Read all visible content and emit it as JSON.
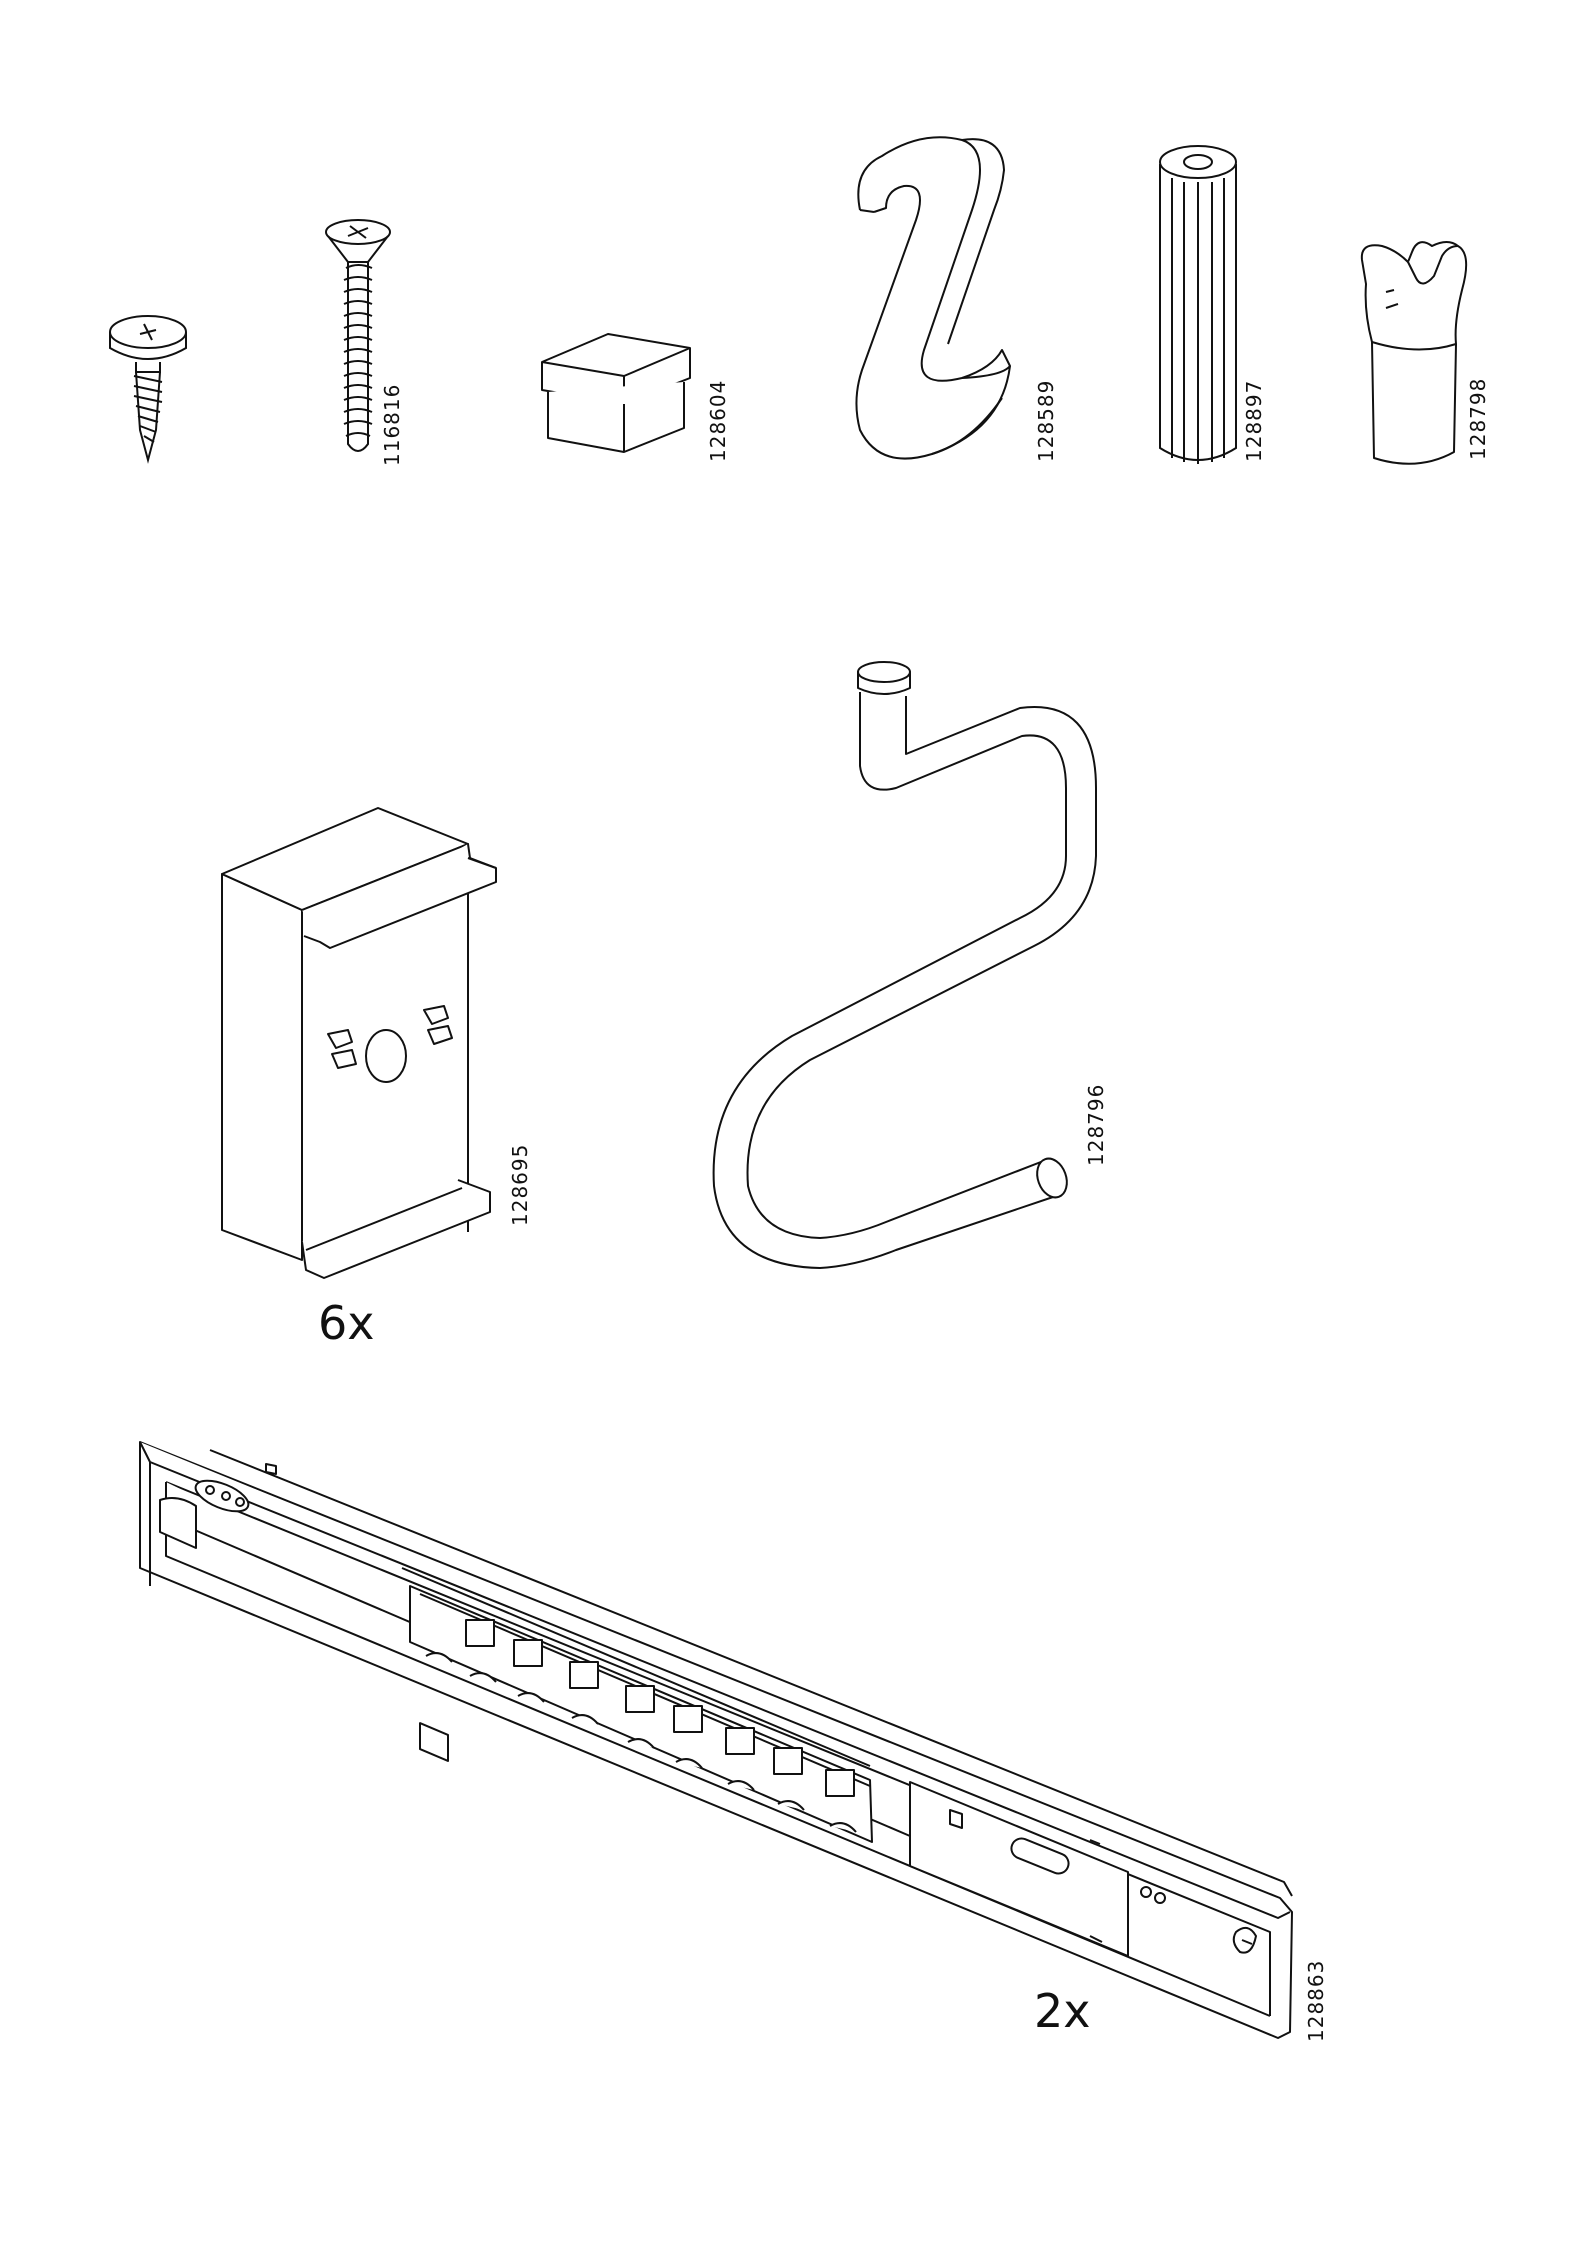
{
  "parts": [
    {
      "id": "screw-small",
      "code": ""
    },
    {
      "id": "screw-long",
      "code": "116816"
    },
    {
      "id": "cap-block",
      "code": "128604"
    },
    {
      "id": "hook-s-flat",
      "code": "128589"
    },
    {
      "id": "dowel",
      "code": "128897"
    },
    {
      "id": "clip",
      "code": "128798"
    },
    {
      "id": "bracket-box",
      "code": "128695",
      "quantity": "6x"
    },
    {
      "id": "rod-hook",
      "code": "128796"
    },
    {
      "id": "drawer-runner",
      "code": "128863",
      "quantity": "2x"
    }
  ],
  "colors": {
    "ink": "#111111",
    "paper": "#ffffff"
  }
}
